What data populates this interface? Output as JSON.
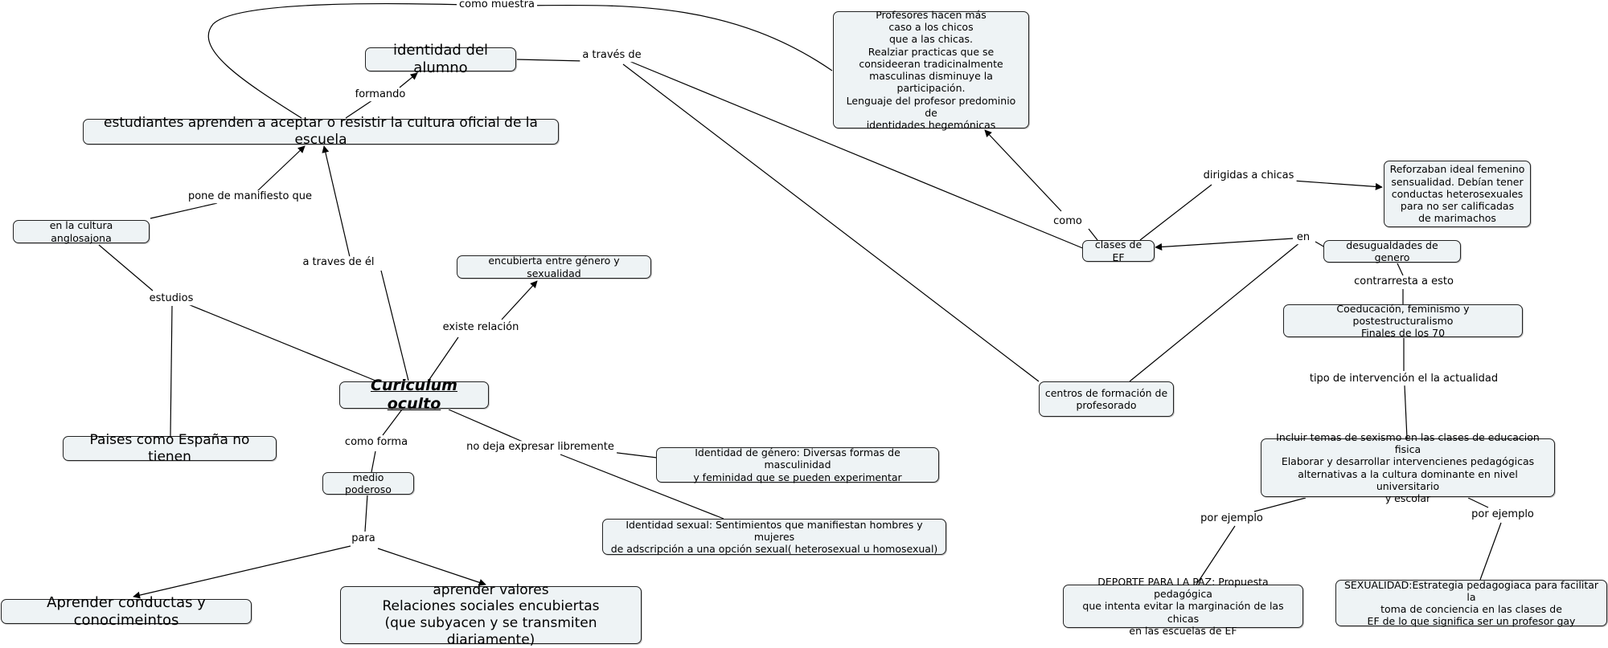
{
  "nodes": {
    "curiculum": "Curiculum oculto",
    "estudiantes": "estudiantes aprenden a aceptar o resistir la cultura oficial de la escuela",
    "identidad_alumno": "identidad del alumno",
    "anglosajona": "en la cultura anglosajona",
    "espana": "Paises como España no tienen",
    "encubierta": "encubierta entre género y sexualidad",
    "medio": "medio poderoso",
    "conductas": "Aprender conductas y conocimeintos",
    "valores": "aprender valores\nRelaciones sociales encubiertas\n(que subyacen y se transmiten diariamente)",
    "genero_id": "Identidad de género: Diversas formas de masculinidad\ny feminidad que se pueden experimentar",
    "sexual_id": "Identidad sexual: Sentimientos que manifiestan hombres y mujeres\nde adscripción a una opción sexual( heterosexual u homosexual)",
    "profesores": "Profesores hacen más\ncaso a los chicos\nque a las chicas.\nRealziar practicas que se\nconsideeran tradicinalmente\nmasculinas disminuye la\nparticipación.\nLenguaje del profesor predominio de\nidentidades hegemónicas",
    "clases_ef": "clases de EF",
    "centros": "centros de formación de\nprofesorado",
    "reforzaban": "Reforzaban ideal femenino\nsensualidad. Debían tener\nconductas heterosexuales\npara no ser calificadas\nde marimachos",
    "desigualdades": "desugualdades de genero",
    "coeducacion": "Coeducación, feminismo y postestructuralismo\nFinales de los 70",
    "incluir": "Incluir temas de sexismo en las clases de educacion fisica\nElaborar y desarrollar intervencienes pedagógicas\nalternativas a la cultura dominante en nivel universitario\ny escolar",
    "deporte": "DEPORTE PARA LA PAZ: Propuesta pedagógica\nque intenta evitar la marginación de las chicas\nen las escuelas de EF",
    "sexualidad": "SEXUALIDAD:Estrategia pedagogiaca para facilitar la\ntoma de conciencia en las clases de\nEF de lo que significa ser un profesor gay"
  },
  "links": {
    "como_muestra": "como muestra",
    "formando": "formando",
    "a_traves_de": "a través de",
    "pone_manifiesto": "pone de manifiesto que",
    "a_traves_de_el": "a traves de él",
    "estudios": "estudios",
    "existe_relacion": "existe relación",
    "como_forma": "como forma",
    "no_deja": "no deja expresar libremente",
    "para": "para",
    "como": "como",
    "dirigidas": "dirigidas a chicas",
    "en": "en",
    "contrarresta": "contrarresta a esto",
    "tipo_intervencion": "tipo de intervención el la actualidad",
    "por_ejemplo_1": "por ejemplo",
    "por_ejemplo_2": "por ejemplo"
  }
}
